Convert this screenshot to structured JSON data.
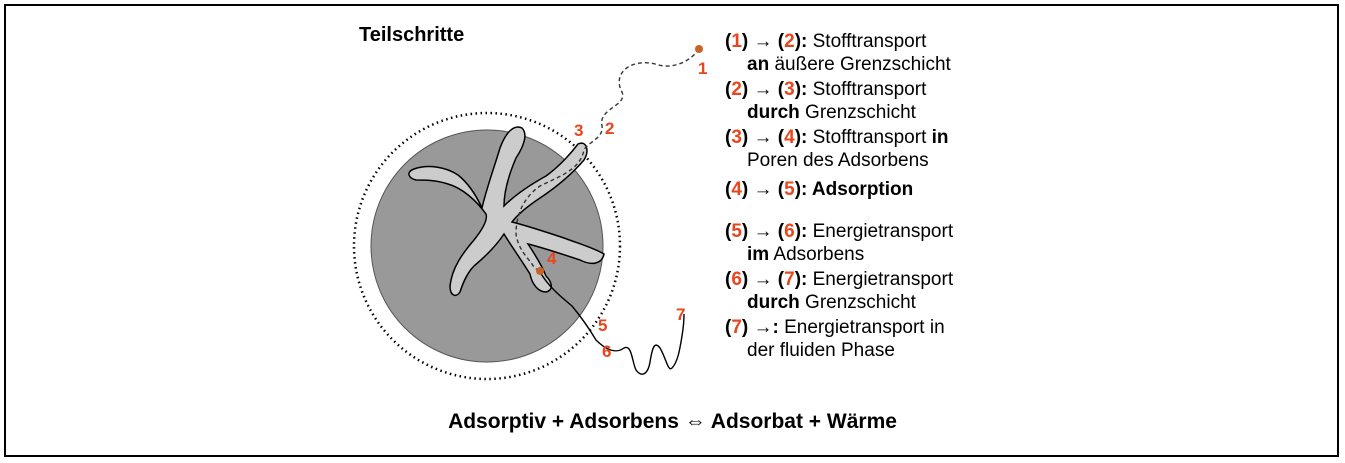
{
  "title": "Teilschritte",
  "equation": "Adsorptiv + Adsorbens ⇔ Adsorbat + Wärme",
  "point_labels": [
    "1",
    "2",
    "3",
    "4",
    "5",
    "6",
    "7"
  ],
  "colors": {
    "accent": "#e8461e",
    "particle": "#c8642a",
    "grain": "#999999",
    "pore": "#cccccc"
  },
  "steps": [
    {
      "from": "1",
      "arrow": "→",
      "to": "2",
      "colon": ":",
      "pre": " Stofftransport",
      "line2_bold": "an",
      "line2_rest": " äußere Grenzschicht"
    },
    {
      "from": "2",
      "arrow": "→",
      "to": "3",
      "colon": ":",
      "pre": " Stofftransport",
      "line2_bold": "durch",
      "line2_rest": " Grenzschicht"
    },
    {
      "from": "3",
      "arrow": "→",
      "to": "4",
      "colon": ":",
      "pre": " Stofftransport ",
      "pre_bold": "in",
      "line2_rest": "Poren des Adsorbens"
    },
    {
      "from": "4",
      "arrow": "→",
      "to": "5",
      "colon": ":",
      "pre_bold": " Adsorption"
    },
    {
      "from": "5",
      "arrow": "→",
      "to": "6",
      "colon": ":",
      "pre": " Energietransport",
      "line2_bold": "im",
      "line2_rest": " Adsorbens"
    },
    {
      "from": "6",
      "arrow": "→",
      "to": "7",
      "colon": ":",
      "pre": " Energietransport",
      "line2_bold": "durch",
      "line2_rest": " Grenzschicht"
    },
    {
      "from": "7",
      "arrow": "→",
      "colon": ":",
      "pre": " Energietransport in",
      "line2_rest": "der fluiden Phase"
    }
  ]
}
